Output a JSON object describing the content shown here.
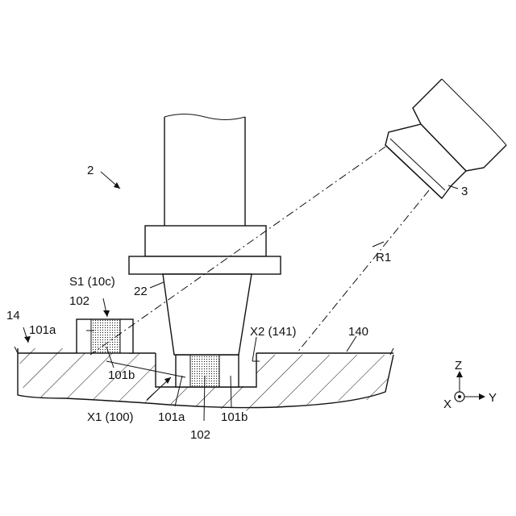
{
  "labels": {
    "device": "2",
    "camera": "3",
    "ray": "R1",
    "nozzle": "22",
    "stage": "14",
    "surface": "140",
    "chip_s1": "S1 (10c)",
    "chip_top_102": "102",
    "chip_top_101a": "101a",
    "chip_top_101b": "101b",
    "x2": "X2 (141)",
    "x1": "X1 (100)",
    "bottom_101a": "101a",
    "bottom_102": "102",
    "bottom_101b": "101b"
  },
  "axes": {
    "z": "Z",
    "x": "X",
    "y": "Y"
  }
}
